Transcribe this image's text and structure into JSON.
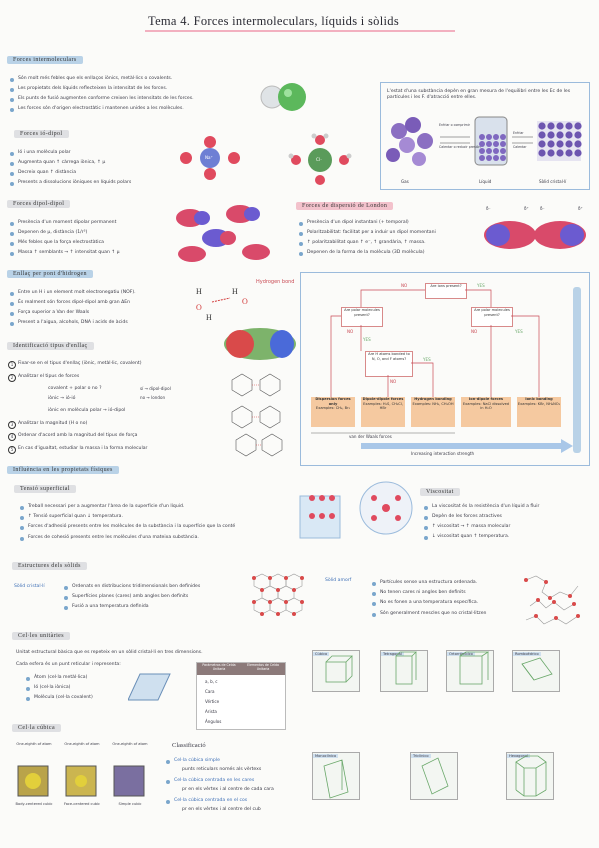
{
  "title": "Tema 4. Forces intermoleculars, líquids i sòlids",
  "s1": {
    "head": "Forces intermoleculars",
    "b": [
      "Són molt més febles que els enllaços iònics, metàl·lics o covalents.",
      "Les propietats dels líquids reflecteixen la intensitat de les forces.",
      "Els punts de fusió augmenten conforme creixen les intensitats de les forces.",
      "Les forces són d'origen electrostàtic i mantenen unides a les molècules."
    ],
    "estat": "L'estat d'una substància depèn en gran mesura de l'equilibri entre les Ec de les partícules i les F. d'atracció entre elles.",
    "phases": [
      "Gas",
      "Líquid",
      "Sòlid cristal·lí"
    ],
    "arrows": [
      "Enfriar o comprimir",
      "Calentar o reducir presión",
      "Enfriar",
      "Calentar"
    ]
  },
  "s2": {
    "head": "Forces ió-dipol",
    "b": [
      "Ió i una molècula polar",
      "Augmenta quan ↑ càrrega iònica, ↑ μ",
      "Decreix quan ↑ distància",
      "Presents a dissolucions iòniques en líquids polars"
    ],
    "ions": [
      "Na⁺",
      "Cl⁻"
    ]
  },
  "s3": {
    "head": "Forces dipol-dipol",
    "b": [
      "Presència d'un moment dipolar permanent",
      "Depenen de μ, distància (1/r³)",
      "Més febles que la força electrostàtica",
      "Massa ↑ semblants → ↑ intensitat quan ↑ μ"
    ]
  },
  "s4": {
    "head": "Forces de dispersió de London",
    "b": [
      "Presència d'un dipol instantani (+ temporal)",
      "Polaritzabilitat: facilitat per a induir un dipol momentani",
      "↑ polaritzabilitat quan ↑ e⁻, ↑ grandària, ↑ massa.",
      "Depenen de la forma de la molècula (3D molècula)"
    ],
    "signs": [
      "δ⁻",
      "δ⁺",
      "δ⁻",
      "δ⁺"
    ]
  },
  "s5": {
    "head": "Enllaç per pont d'hidrogen",
    "b": [
      "Entre un H i un element molt electronegatiu (NOF).",
      "És realment són forces dipol-dipol amb gran ΔEn",
      "Força superior a Van der Waals",
      "Present a l'aigua, alcohols, DNA i acids de àcids"
    ],
    "hb": "Hydrogen bond"
  },
  "s6": {
    "head": "Identificació tipus d'enllaç",
    "steps": [
      "Fixar-se en el tipus d'enllaç (iònic, metàl·lic, covalent)",
      "Analitzar el tipus de forces",
      "Analitzar la magnitud (H o no)",
      "Ordenar d'acord amb la magnitud del tipus de força",
      "En cas d'igualtat, estudiar la massa i la forma molecular"
    ],
    "sub": [
      "covalent + polar o no ?",
      "iònic → ió-ió",
      "iònic en molècula polar → ió-dipol"
    ],
    "sub2": [
      "sí → dipol-dipol",
      "no → london"
    ]
  },
  "flow": {
    "q1": "Are ions present?",
    "q2": "Are polar molecules present?",
    "q3": "Are polar molecules present?",
    "q4": "Are H atoms bonded to N, O, and F atoms?",
    "yes": "YES",
    "no": "NO",
    "o": [
      {
        "t": "Dispersion forces only",
        "e": "Examples: CH₄, Br₂"
      },
      {
        "t": "Dipole-dipole forces",
        "e": "Examples: H₂S, CH₃Cl, HBr"
      },
      {
        "t": "Hydrogen bonding",
        "e": "Examples: NH₃, CH₃OH"
      },
      {
        "t": "Ion-dipole forces",
        "e": "Examples: NaCl dissolved in H₂O"
      },
      {
        "t": "Ionic bonding",
        "e": "Examples: KBr, NH₄NO₃"
      }
    ],
    "vdw": "van der Waals forces",
    "inc": "Increasing interaction strength"
  },
  "s7": {
    "head": "Influència en les propietats físiques",
    "ts": {
      "head": "Tensió superficial",
      "b": [
        "Treball necessari per a augmentar l'àrea de la superfície d'un líquid.",
        "↑ Tensió superficial quan ↓ temperatura.",
        "Forces d'adhesió presents entre les molècules de la substància i la superfície que la conté",
        "Forces de cohesió presents entre les molècules d'una mateixa substància."
      ]
    },
    "vis": {
      "head": "Viscositat",
      "b": [
        "La viscositat és la resistència d'un líquid a fluir",
        "Depèn de les forces atractives",
        "↑ viscositat → ↑ massa molecular",
        "↓ viscositat quan ↑ temperatura."
      ]
    }
  },
  "s8": {
    "head": "Estructures dels sòlids",
    "cri": "Sòlid cristal·lí",
    "cri_b": [
      "Ordenats en distribucions tridimensionals ben definides",
      "Superfícies planes (cares) amb angles ben definits",
      "Fusió a una temperatura definida"
    ],
    "amo": "Sòlid amorf",
    "amo_b": [
      "Partícules sense una estructura ordenada.",
      "No tenen cares ni angles ben definits",
      "No es fonen a una temperatura específica.",
      "Són generalment mescles que no cristal·litzen"
    ]
  },
  "s9": {
    "head": "Cel·les unitàries",
    "l1": "Unitat estructural bàsica que es repeteix en un sòlid cristal·lí en tres dimensions.",
    "l2": "Cada esfera és un punt reticular i representa:",
    "b": [
      "Àtom (cel·la metàl·lica)",
      "Ió (cel·la iònica)",
      "Molècula (cel·la covalent)"
    ],
    "th": [
      "Parámetros de Celda Unitaria",
      "Elementos de Celda Unitaria"
    ],
    "tr": [
      "a, b, c",
      "Cara",
      "Vértice",
      "Arista",
      "Ángulos"
    ],
    "crys": [
      "Cúbico",
      "Tetragonal",
      "Ortorrómbico",
      "Romboédrico",
      "Monoclínico",
      "Triclínico",
      "Hexagonal"
    ]
  },
  "s10": {
    "head": "Cel·la cúbica",
    "lbl": [
      "One-eighth of atom",
      "One-eighth of atom",
      "One-eighth of atom"
    ],
    "typ": [
      "Body-centered cubic",
      "Face-centered cubic",
      "Simple cubic"
    ],
    "class": "Classificació",
    "c": [
      "Cel·la cúbica simple",
      "punts reticulars només als vèrtexs",
      "Cel·la cúbica centrada en les cares",
      "pr en els vèrtex i al centre de cada cara",
      "Cel·la cúbica centrada en el cos",
      "pr en els vèrtex i al centre del cub"
    ]
  }
}
